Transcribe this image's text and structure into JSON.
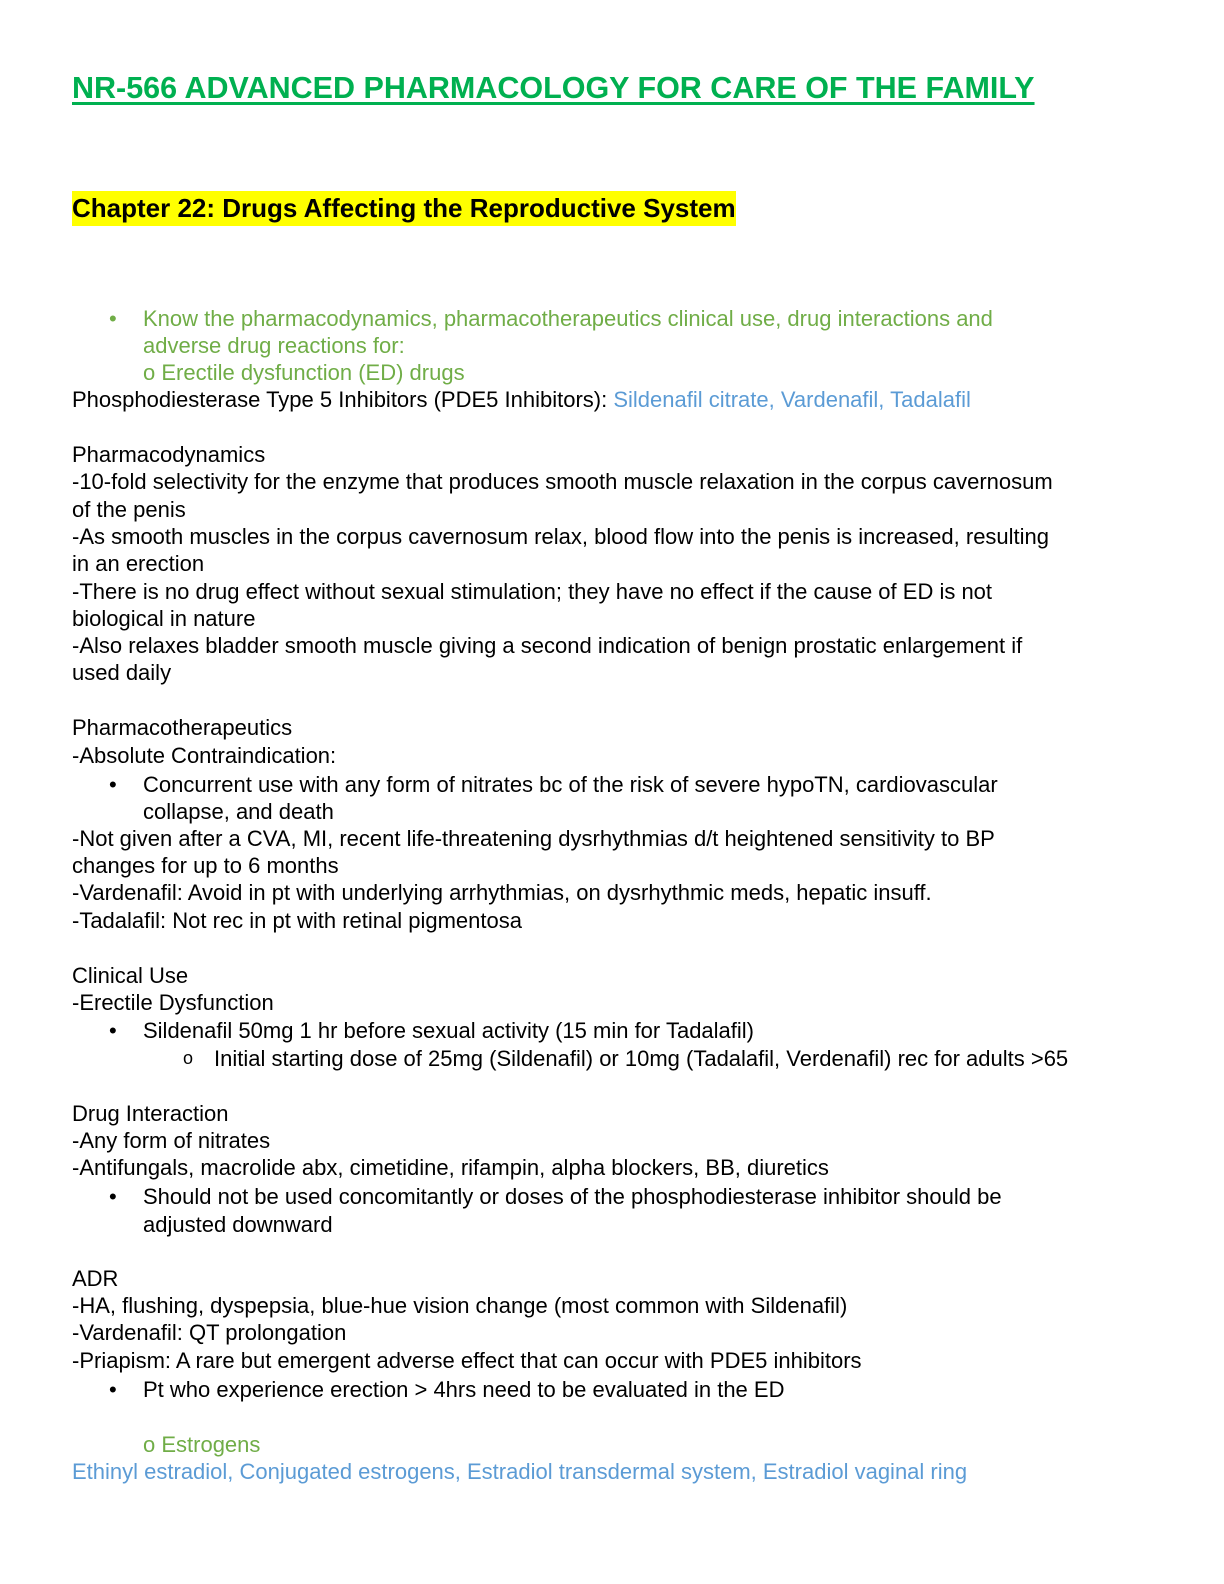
{
  "title": "NR-566 ADVANCED PHARMACOLOGY FOR CARE OF THE FAMILY",
  "chapter": "Chapter 22: Drugs Affecting the Reproductive System",
  "colors": {
    "title": "#00b050",
    "highlight": "#ffff00",
    "green_text": "#70ad47",
    "blue_text": "#5b9bd5"
  },
  "lines": [
    {
      "segments": [
        {
          "text": "Know the pharmacodynamics, pharmacotherapeutics clinical use, drug interactions and",
          "color": "green"
        }
      ]
    },
    {
      "segments": [
        {
          "text": "adverse drug reactions for:",
          "color": "green"
        }
      ]
    },
    {
      "segments": [
        {
          "text": "o Erectile dysfunction (ED) drugs",
          "color": "green"
        }
      ]
    },
    {
      "segments": [
        {
          "text": "Phosphodiesterase Type 5 Inhibitors (PDE5 Inhibitors): ",
          "color": "black"
        },
        {
          "text": "Sildenafil citrate, Vardenafil, Tadalafil",
          "color": "blue"
        }
      ]
    },
    {
      "segments": [
        {
          "text": "Pharmacodynamics",
          "color": "black"
        }
      ]
    },
    {
      "segments": [
        {
          "text": "-10-fold selectivity for the enzyme that produces smooth muscle relaxation in the corpus cavernosum",
          "color": "black"
        }
      ]
    },
    {
      "segments": [
        {
          "text": "of the penis",
          "color": "black"
        }
      ]
    },
    {
      "segments": [
        {
          "text": "-As smooth muscles in the corpus cavernosum relax, blood flow into the penis is increased, resulting",
          "color": "black"
        }
      ]
    },
    {
      "segments": [
        {
          "text": "in an erection",
          "color": "black"
        }
      ]
    },
    {
      "segments": [
        {
          "text": "-There is no drug effect without sexual stimulation; they have no effect if the cause of ED is not",
          "color": "black"
        }
      ]
    },
    {
      "segments": [
        {
          "text": "biological in nature",
          "color": "black"
        }
      ]
    },
    {
      "segments": [
        {
          "text": "-Also relaxes bladder smooth muscle giving a second indication of benign prostatic enlargement if",
          "color": "black"
        }
      ]
    },
    {
      "segments": [
        {
          "text": "used daily",
          "color": "black"
        }
      ]
    },
    {
      "segments": [
        {
          "text": "Pharmacotherapeutics",
          "color": "black"
        }
      ]
    },
    {
      "segments": [
        {
          "text": "-Absolute Contraindication:",
          "color": "black"
        }
      ]
    },
    {
      "segments": [
        {
          "text": "Concurrent use with any form of nitrates bc of the risk of severe hypoTN, cardiovascular",
          "color": "black"
        }
      ]
    },
    {
      "segments": [
        {
          "text": "collapse, and death",
          "color": "black"
        }
      ]
    },
    {
      "segments": [
        {
          "text": "-Not given after a CVA, MI, recent life-threatening dysrhythmias d/t heightened sensitivity to BP",
          "color": "black"
        }
      ]
    },
    {
      "segments": [
        {
          "text": "changes for up to 6 months",
          "color": "black"
        }
      ]
    },
    {
      "segments": [
        {
          "text": "-Vardenafil: Avoid in pt with underlying arrhythmias, on dysrhythmic meds, hepatic insuff.",
          "color": "black"
        }
      ]
    },
    {
      "segments": [
        {
          "text": "-Tadalafil: Not rec in pt with retinal pigmentosa",
          "color": "black"
        }
      ]
    },
    {
      "segments": [
        {
          "text": "Clinical Use",
          "color": "black"
        }
      ]
    },
    {
      "segments": [
        {
          "text": "-Erectile Dysfunction",
          "color": "black"
        }
      ]
    },
    {
      "segments": [
        {
          "text": "Sildenafil 50mg 1 hr before sexual activity (15 min for Tadalafil)",
          "color": "black"
        }
      ]
    },
    {
      "segments": [
        {
          "text": "Initial starting dose of 25mg (Sildenafil) or 10mg (Tadalafil, Verdenafil) rec for adults >65",
          "color": "black"
        }
      ]
    },
    {
      "segments": [
        {
          "text": "Drug Interaction",
          "color": "black"
        }
      ]
    },
    {
      "segments": [
        {
          "text": "-Any form of nitrates",
          "color": "black"
        }
      ]
    },
    {
      "segments": [
        {
          "text": "-Antifungals, macrolide abx, cimetidine, rifampin, alpha blockers, BB, diuretics",
          "color": "black"
        }
      ]
    },
    {
      "segments": [
        {
          "text": "Should not be used concomitantly or doses of the phosphodiesterase inhibitor should be",
          "color": "black"
        }
      ]
    },
    {
      "segments": [
        {
          "text": "adjusted downward",
          "color": "black"
        }
      ]
    },
    {
      "segments": [
        {
          "text": "ADR",
          "color": "black"
        }
      ]
    },
    {
      "segments": [
        {
          "text": "-HA, flushing, dyspepsia, blue-hue vision change (most common with Sildenafil)",
          "color": "black"
        }
      ]
    },
    {
      "segments": [
        {
          "text": "-Vardenafil: QT prolongation",
          "color": "black"
        }
      ]
    },
    {
      "segments": [
        {
          "text": "-Priapism: A rare but emergent adverse effect that can occur with PDE5 inhibitors",
          "color": "black"
        }
      ]
    },
    {
      "segments": [
        {
          "text": "Pt who experience erection > 4hrs need to be evaluated in the ED",
          "color": "black"
        }
      ]
    },
    {
      "segments": [
        {
          "text": "o Estrogens",
          "color": "green"
        }
      ]
    },
    {
      "segments": [
        {
          "text": "Ethinyl estradiol, Conjugated estrogens, Estradiol transdermal system, Estradiol vaginal ring",
          "color": "blue"
        }
      ]
    }
  ]
}
